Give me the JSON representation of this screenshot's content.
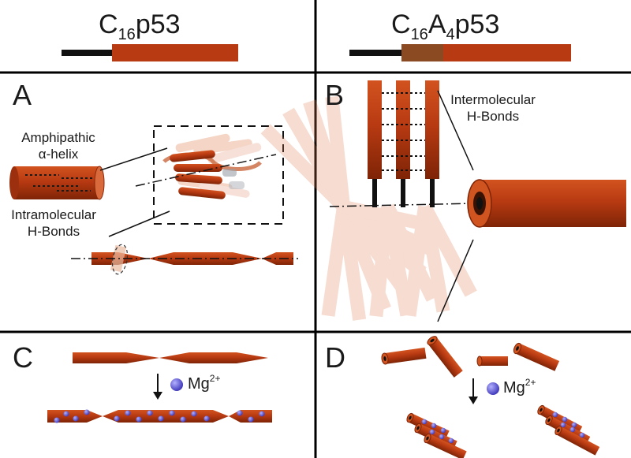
{
  "headers": {
    "left": {
      "prefix": "C",
      "sub": "16",
      "suffix": "p53"
    },
    "right": {
      "prefix": "C",
      "sub": "16",
      "mid": "A",
      "sub2": "4",
      "suffix": "p53"
    }
  },
  "panels": {
    "a": "A",
    "b": "B",
    "c": "C",
    "d": "D"
  },
  "labels": {
    "amphipathic_line1": "Amphipathic",
    "amphipathic_line2": "α-helix",
    "intramolecular_line1": "Intramolecular",
    "intramolecular_line2": "H-Bonds",
    "intermolecular_line1": "Intermolecular",
    "intermolecular_line2": "H-Bonds"
  },
  "ion": {
    "base": "Mg",
    "charge": "2+"
  },
  "colors": {
    "peptide": "#b83a12",
    "peptide_light": "#e8a890",
    "alanine": "#8b4a22",
    "tail": "#111111",
    "ion": "#5a55d8",
    "divider": "#000000"
  }
}
